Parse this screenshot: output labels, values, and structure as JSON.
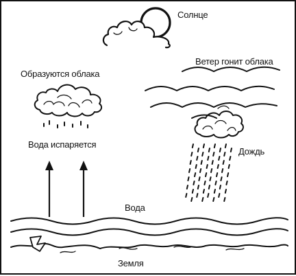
{
  "labels": {
    "sun": "Солнце",
    "clouds_form": "Образуются облака",
    "wind": "Ветер гонит облака",
    "evaporation": "Вода испаряется",
    "rain": "Дождь",
    "water": "Вода",
    "earth": "Земля"
  },
  "colors": {
    "ink": "#111111",
    "background": "#ffffff"
  }
}
